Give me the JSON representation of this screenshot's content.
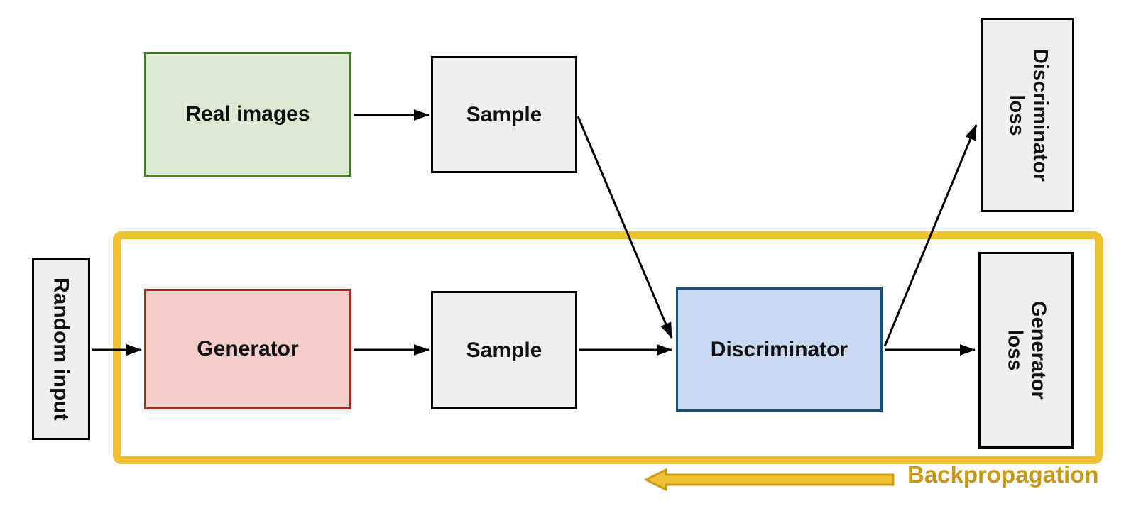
{
  "nodes": {
    "real_images": {
      "label": "Real images",
      "fill": "#dcead3",
      "border": "#417d22"
    },
    "sample_top": {
      "label": "Sample",
      "fill": "#efefef",
      "border": "#000000"
    },
    "random_input": {
      "label": "Random input",
      "fill": "#efefef",
      "border": "#000000"
    },
    "generator": {
      "label": "Generator",
      "fill": "#f5cecb",
      "border": "#b3271e"
    },
    "sample_bottom": {
      "label": "Sample",
      "fill": "#efefef",
      "border": "#000000"
    },
    "discriminator": {
      "label": "Discriminator",
      "fill": "#c7daf2",
      "border": "#13527e"
    },
    "discriminator_loss": {
      "line1": "Discriminator",
      "line2": "loss",
      "fill": "#efefef",
      "border": "#000000"
    },
    "generator_loss": {
      "line1": "Generator",
      "line2": "loss",
      "fill": "#efefef",
      "border": "#000000"
    }
  },
  "annotations": {
    "backpropagation_label": "Backpropagation",
    "backpropagation_color": "#c9980f",
    "loop_color": "#f0c233",
    "arrow_color": "#000000"
  },
  "edges": [
    {
      "from": "real_images",
      "to": "sample_top"
    },
    {
      "from": "sample_top",
      "to": "discriminator"
    },
    {
      "from": "random_input",
      "to": "generator"
    },
    {
      "from": "generator",
      "to": "sample_bottom"
    },
    {
      "from": "sample_bottom",
      "to": "discriminator"
    },
    {
      "from": "discriminator",
      "to": "discriminator_loss"
    },
    {
      "from": "discriminator",
      "to": "generator_loss"
    },
    {
      "from": "losses",
      "to": "generator",
      "label": "Backpropagation",
      "direction": "left"
    }
  ]
}
